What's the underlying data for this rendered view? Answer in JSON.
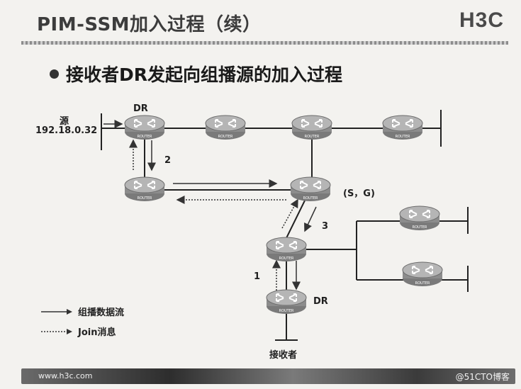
{
  "header": {
    "title": "PIM-SSM加入过程（续）",
    "logo": "H3C"
  },
  "bullet": {
    "text": "接收者DR发起向组播源的加入过程"
  },
  "diagram": {
    "source_label": "源",
    "source_ip": "192.18.0.32",
    "dr_top_label": "DR",
    "dr_bottom_label": "DR",
    "sg_label": "(S，G)",
    "receiver_label": "接收者",
    "step_1": "1",
    "step_2": "2",
    "step_3": "3",
    "router_caption": "ROUTER"
  },
  "legend": {
    "data_flow": "组播数据流",
    "join_message": "Join消息"
  },
  "footer": {
    "url": "www.h3c.com",
    "watermark": "@51CTO博客"
  }
}
